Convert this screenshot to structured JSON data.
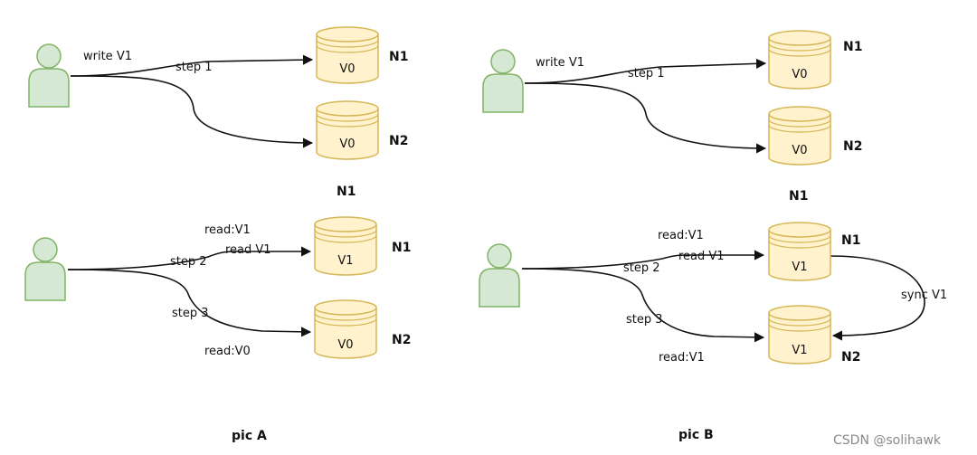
{
  "picA": {
    "caption": "pic A",
    "top": {
      "write_label": "write V1",
      "step_label": "step 1",
      "db1_value": "V0",
      "db1_name": "N1",
      "db2_value": "V0",
      "db2_name": "N2",
      "footer_name": "N1"
    },
    "bottom": {
      "read_top": "read:V1",
      "read_arrow": "read V1",
      "step2": "step 2",
      "step3": "step 3",
      "read_bottom": "read:V0",
      "db1_value": "V1",
      "db1_name": "N1",
      "db2_value": "V0",
      "db2_name": "N2"
    }
  },
  "picB": {
    "caption": "pic B",
    "top": {
      "write_label": "write V1",
      "step_label": "step 1",
      "db1_value": "V0",
      "db1_name": "N1",
      "db2_value": "V0",
      "db2_name": "N2",
      "footer_name": "N1"
    },
    "bottom": {
      "read_top": "read:V1",
      "read_arrow": "read V1",
      "step2": "step 2",
      "step3": "step 3",
      "read_bottom": "read:V1",
      "sync_label": "sync V1",
      "db1_value": "V1",
      "db1_name": "N1",
      "db2_value": "V1",
      "db2_name": "N2"
    }
  },
  "watermark": "CSDN @solihawk",
  "colors": {
    "user_fill": "#d5e8d4",
    "user_stroke": "#82b366",
    "db_fill": "#fff2cc",
    "db_stroke": "#d6b656",
    "line": "#111111"
  }
}
